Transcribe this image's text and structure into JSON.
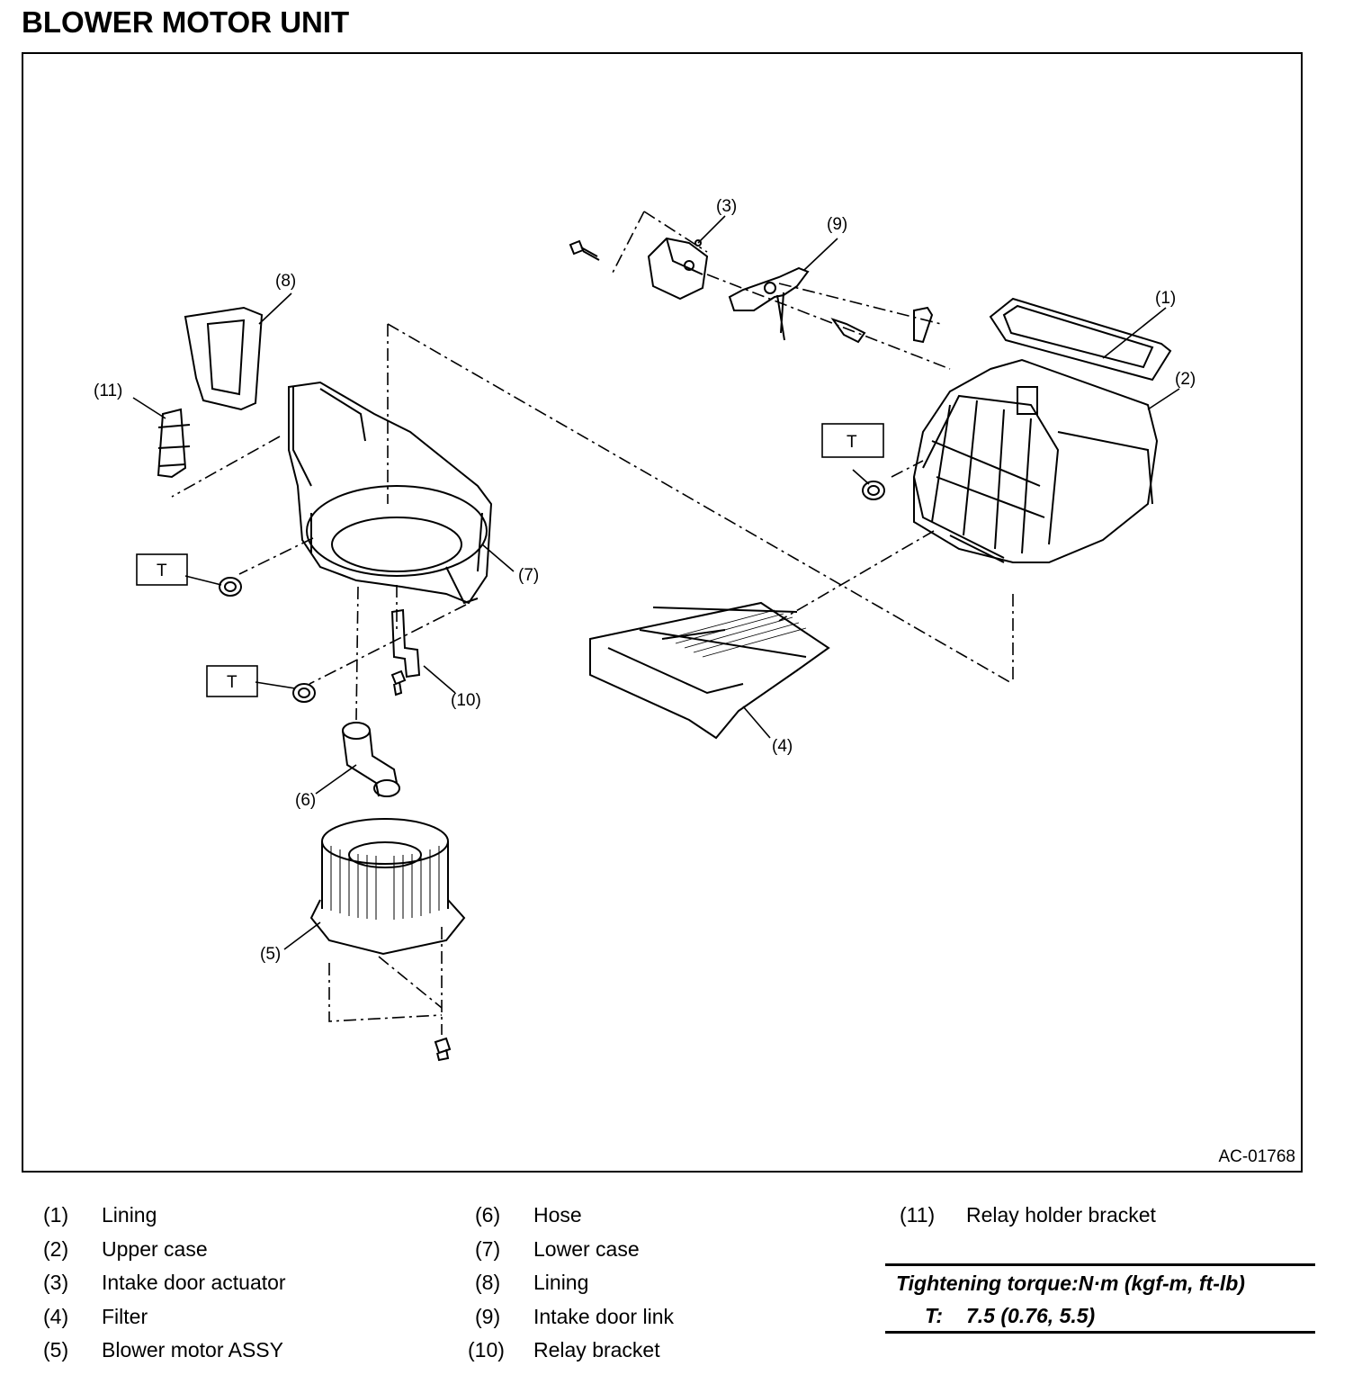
{
  "title": "BLOWER MOTOR UNIT",
  "figure_code": "AC-01768",
  "callouts": {
    "c1": "(1)",
    "c2": "(2)",
    "c3": "(3)",
    "c4": "(4)",
    "c5": "(5)",
    "c6": "(6)",
    "c7": "(7)",
    "c8": "(8)",
    "c9": "(9)",
    "c10": "(10)",
    "c11": "(11)"
  },
  "torque_marker": "T",
  "legend": [
    {
      "num": "(1)",
      "label": "Lining"
    },
    {
      "num": "(2)",
      "label": "Upper case"
    },
    {
      "num": "(3)",
      "label": "Intake door actuator"
    },
    {
      "num": "(4)",
      "label": "Filter"
    },
    {
      "num": "(5)",
      "label": "Blower motor ASSY"
    },
    {
      "num": "(6)",
      "label": "Hose"
    },
    {
      "num": "(7)",
      "label": "Lower case"
    },
    {
      "num": "(8)",
      "label": "Lining"
    },
    {
      "num": "(9)",
      "label": "Intake door link"
    },
    {
      "num": "(10)",
      "label": "Relay bracket"
    },
    {
      "num": "(11)",
      "label": "Relay holder bracket"
    }
  ],
  "torque": {
    "title": "Tightening torque:N·m (kgf-m, ft-lb)",
    "symbol": "T:",
    "value": "7.5 (0.76, 5.5)"
  }
}
